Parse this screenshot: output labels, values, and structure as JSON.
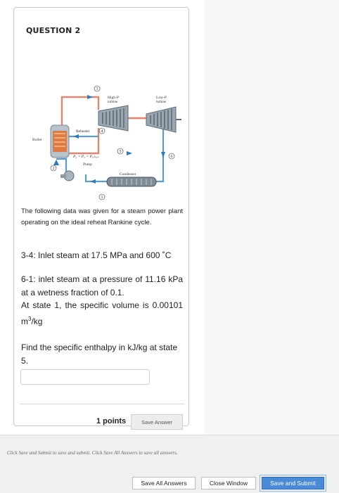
{
  "question": {
    "title": "QUESTION 2",
    "intro": "The following data was given for a steam power plant operating on the ideal reheat Rankine cycle.",
    "line1": "3-4: Inlet steam at 17.5 MPa and 600 ˚C",
    "line2": "6-1: inlet steam at a pressure of 11.16 kPa at a wetness fraction of 0.1.",
    "line3_pre": "At state 1, the specific volume is 0.00101 m",
    "line3_sup": "3",
    "line3_post": "/kg",
    "line4": "Find the specific enthalpy in kJ/kg at state 5.",
    "answer_value": "",
    "points": "1 points",
    "save_answer_label": "Save Answer"
  },
  "diagram": {
    "labels": {
      "high_p": "High-P",
      "high_p2": "turbine",
      "low_p": "Low-P",
      "low_p2": "turbine",
      "reheater": "Reheater",
      "boiler": "Boiler",
      "pump": "Pump",
      "condenser": "Condenser",
      "pressure_eq": "P₄ = P₅ = Pₑₑₕₑₐₜ"
    },
    "states": [
      "1",
      "2",
      "3",
      "4",
      "5",
      "6"
    ]
  },
  "footer": {
    "note": "Click Save and Submit to save and submit. Click Save All Answers to save all answers.",
    "save_all_label": "Save All Answers",
    "close_label": "Close Window",
    "submit_label": "Save and Submit"
  }
}
